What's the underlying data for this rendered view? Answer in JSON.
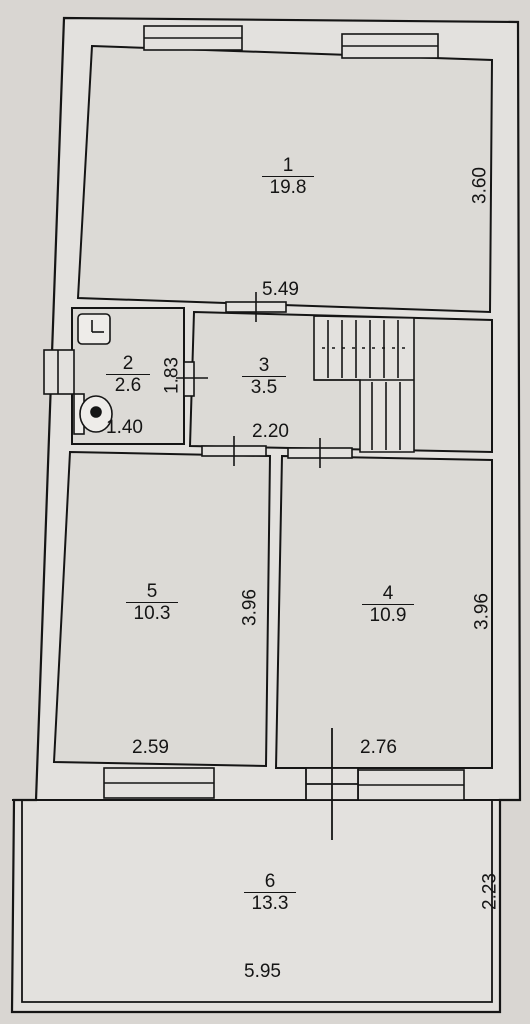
{
  "plan": {
    "rooms": [
      {
        "number": "1",
        "area": "19.8"
      },
      {
        "number": "2",
        "area": "2.6"
      },
      {
        "number": "3",
        "area": "3.5"
      },
      {
        "number": "4",
        "area": "10.9"
      },
      {
        "number": "5",
        "area": "10.3"
      },
      {
        "number": "6",
        "area": "13.3"
      }
    ],
    "dimensions": {
      "room1_width": "5.49",
      "room1_depth": "3.60",
      "room2_width": "1.40",
      "room2_depth": "1.83",
      "room3_width": "2.20",
      "room4_width": "2.76",
      "room4_depth": "3.96",
      "room5_width": "2.59",
      "room5_depth": "3.96",
      "room6_width": "5.95",
      "room6_depth": "2.23"
    },
    "colors": {
      "paper": "#d9d6d2",
      "ink": "#151515",
      "wall_fill": "#e3e1de"
    }
  }
}
